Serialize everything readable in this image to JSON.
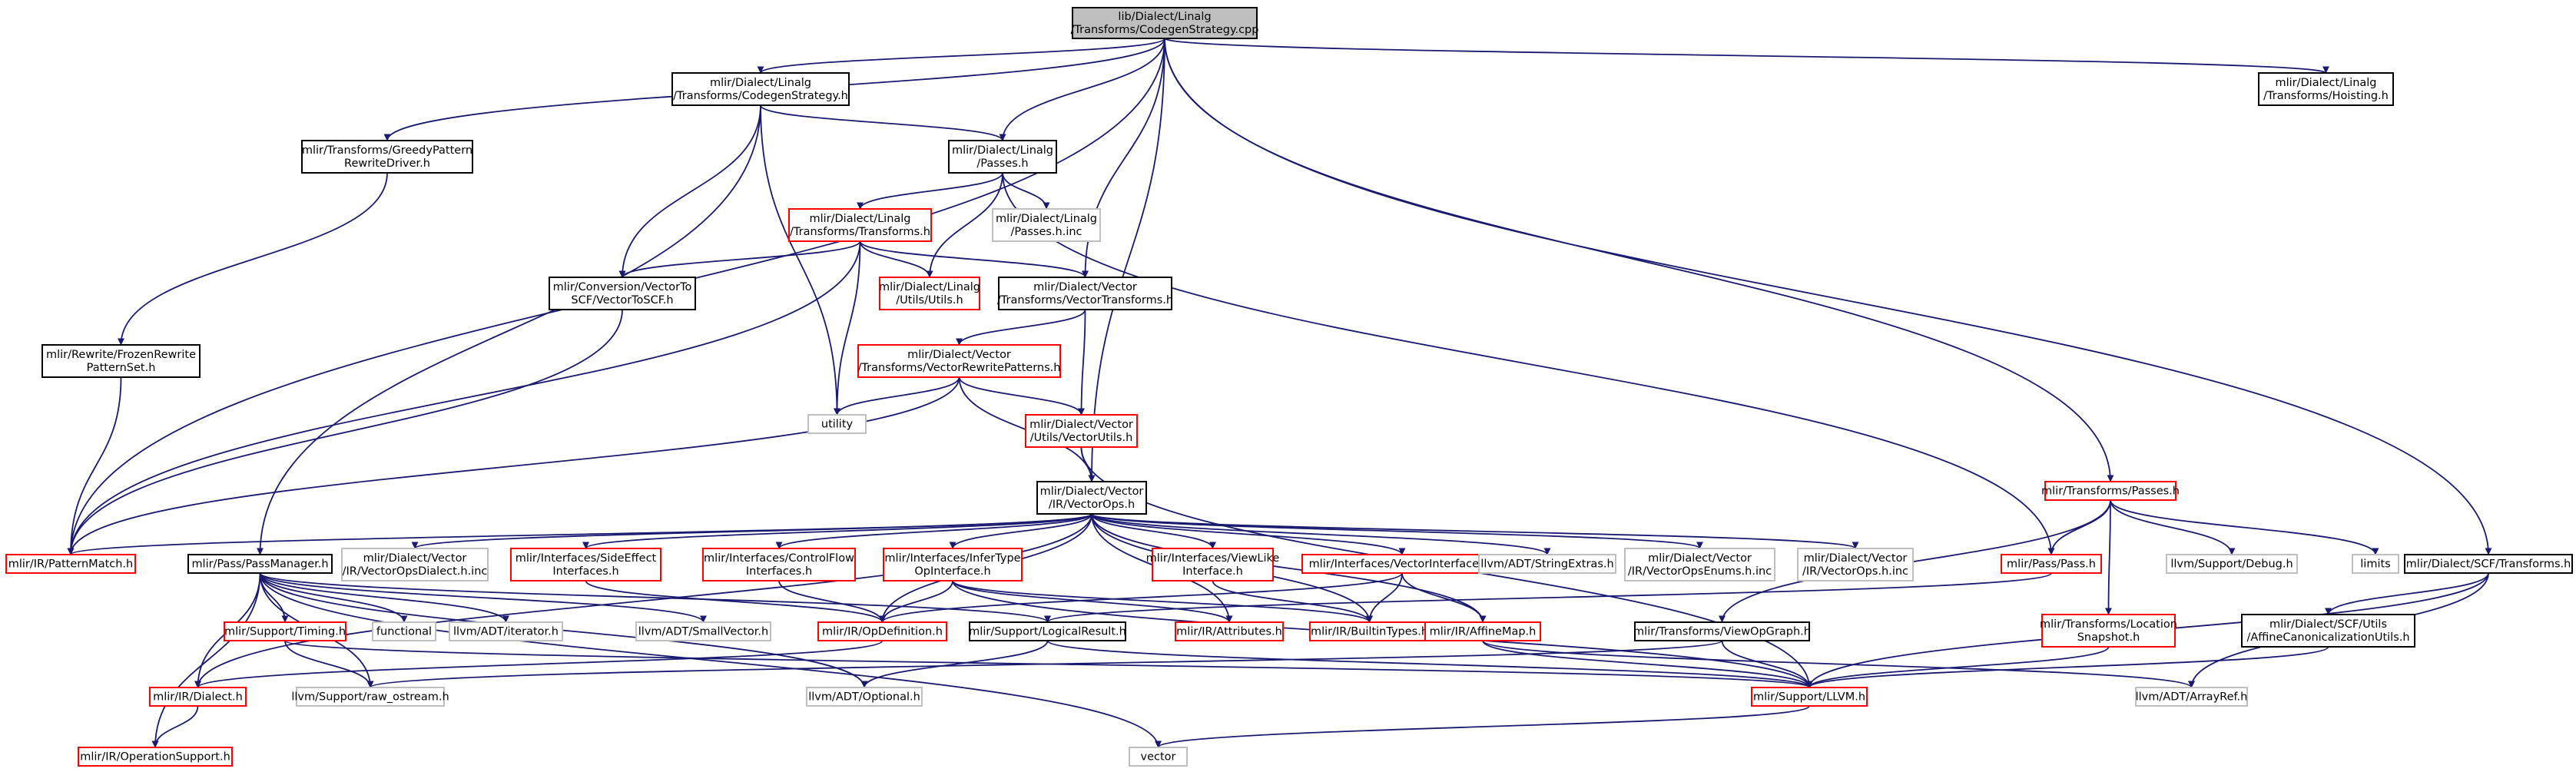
{
  "colors": {
    "normal_border": "#000000",
    "missing_border": "#ff0000",
    "external_border": "#bfbfbf",
    "root_fill": "#bfbfbf",
    "edge": "#191970"
  },
  "nodes": [
    {
      "id": "root",
      "lines": [
        "lib/Dialect/Linalg",
        "/Transforms/CodegenStrategy.cpp"
      ],
      "style": "root"
    },
    {
      "id": "cs_h",
      "lines": [
        "mlir/Dialect/Linalg",
        "/Transforms/CodegenStrategy.h"
      ],
      "style": "normal"
    },
    {
      "id": "hoisting",
      "lines": [
        "mlir/Dialect/Linalg",
        "/Transforms/Hoisting.h"
      ],
      "style": "normal"
    },
    {
      "id": "greedy",
      "lines": [
        "mlir/Transforms/GreedyPattern",
        "RewriteDriver.h"
      ],
      "style": "normal"
    },
    {
      "id": "linalg_passes",
      "lines": [
        "mlir/Dialect/Linalg",
        "/Passes.h"
      ],
      "style": "normal"
    },
    {
      "id": "linalg_transforms",
      "lines": [
        "mlir/Dialect/Linalg",
        "/Transforms/Transforms.h"
      ],
      "style": "missing"
    },
    {
      "id": "passes_inc",
      "lines": [
        "mlir/Dialect/Linalg",
        "/Passes.h.inc"
      ],
      "style": "external"
    },
    {
      "id": "vec_to_scf",
      "lines": [
        "mlir/Conversion/VectorTo",
        "SCF/VectorToSCF.h"
      ],
      "style": "normal"
    },
    {
      "id": "linalg_utils",
      "lines": [
        "mlir/Dialect/Linalg",
        "/Utils/Utils.h"
      ],
      "style": "missing"
    },
    {
      "id": "vec_transforms",
      "lines": [
        "mlir/Dialect/Vector",
        "/Transforms/VectorTransforms.h"
      ],
      "style": "normal"
    },
    {
      "id": "frozen",
      "lines": [
        "mlir/Rewrite/FrozenRewrite",
        "PatternSet.h"
      ],
      "style": "normal"
    },
    {
      "id": "vec_rewrite",
      "lines": [
        "mlir/Dialect/Vector",
        "/Transforms/VectorRewritePatterns.h"
      ],
      "style": "missing"
    },
    {
      "id": "utility",
      "lines": [
        "utility"
      ],
      "style": "external"
    },
    {
      "id": "vec_utils",
      "lines": [
        "mlir/Dialect/Vector",
        "/Utils/VectorUtils.h"
      ],
      "style": "missing"
    },
    {
      "id": "vec_ops",
      "lines": [
        "mlir/Dialect/Vector",
        "/IR/VectorOps.h"
      ],
      "style": "normal"
    },
    {
      "id": "transforms_passes",
      "lines": [
        "mlir/Transforms/Passes.h"
      ],
      "style": "missing"
    },
    {
      "id": "pattern_match",
      "lines": [
        "mlir/IR/PatternMatch.h"
      ],
      "style": "missing"
    },
    {
      "id": "pass_manager",
      "lines": [
        "mlir/Pass/PassManager.h"
      ],
      "style": "normal"
    },
    {
      "id": "vec_ops_dialect",
      "lines": [
        "mlir/Dialect/Vector",
        "/IR/VectorOpsDialect.h.inc"
      ],
      "style": "external"
    },
    {
      "id": "side_effect",
      "lines": [
        "mlir/Interfaces/SideEffect",
        "Interfaces.h"
      ],
      "style": "missing"
    },
    {
      "id": "control_flow",
      "lines": [
        "mlir/Interfaces/ControlFlow",
        "Interfaces.h"
      ],
      "style": "missing"
    },
    {
      "id": "infer_type",
      "lines": [
        "mlir/Interfaces/InferType",
        "OpInterface.h"
      ],
      "style": "missing"
    },
    {
      "id": "view_like",
      "lines": [
        "mlir/Interfaces/ViewLike",
        "Interface.h"
      ],
      "style": "missing"
    },
    {
      "id": "vector_interfaces",
      "lines": [
        "mlir/Interfaces/VectorInterfaces.h"
      ],
      "style": "missing"
    },
    {
      "id": "string_extras",
      "lines": [
        "llvm/ADT/StringExtras.h"
      ],
      "style": "external"
    },
    {
      "id": "vec_ops_enums",
      "lines": [
        "mlir/Dialect/Vector",
        "/IR/VectorOpsEnums.h.inc"
      ],
      "style": "external"
    },
    {
      "id": "vec_ops_inc",
      "lines": [
        "mlir/Dialect/Vector",
        "/IR/VectorOps.h.inc"
      ],
      "style": "external"
    },
    {
      "id": "pass_h",
      "lines": [
        "mlir/Pass/Pass.h"
      ],
      "style": "missing"
    },
    {
      "id": "support_debug",
      "lines": [
        "llvm/Support/Debug.h"
      ],
      "style": "external"
    },
    {
      "id": "limits",
      "lines": [
        "limits"
      ],
      "style": "external"
    },
    {
      "id": "scf_transforms",
      "lines": [
        "mlir/Dialect/SCF/Transforms.h"
      ],
      "style": "normal"
    },
    {
      "id": "timing",
      "lines": [
        "mlir/Support/Timing.h"
      ],
      "style": "missing"
    },
    {
      "id": "functional",
      "lines": [
        "functional"
      ],
      "style": "external"
    },
    {
      "id": "iterator",
      "lines": [
        "llvm/ADT/iterator.h"
      ],
      "style": "external"
    },
    {
      "id": "small_vector",
      "lines": [
        "llvm/ADT/SmallVector.h"
      ],
      "style": "external"
    },
    {
      "id": "op_definition",
      "lines": [
        "mlir/IR/OpDefinition.h"
      ],
      "style": "missing"
    },
    {
      "id": "logical_result",
      "lines": [
        "mlir/Support/LogicalResult.h"
      ],
      "style": "normal"
    },
    {
      "id": "attributes",
      "lines": [
        "mlir/IR/Attributes.h"
      ],
      "style": "missing"
    },
    {
      "id": "builtin_types",
      "lines": [
        "mlir/IR/BuiltinTypes.h"
      ],
      "style": "missing"
    },
    {
      "id": "affine_map",
      "lines": [
        "mlir/IR/AffineMap.h"
      ],
      "style": "missing"
    },
    {
      "id": "view_op_graph",
      "lines": [
        "mlir/Transforms/ViewOpGraph.h"
      ],
      "style": "normal"
    },
    {
      "id": "location_snapshot",
      "lines": [
        "mlir/Transforms/Location",
        "Snapshot.h"
      ],
      "style": "missing"
    },
    {
      "id": "affine_canon",
      "lines": [
        "mlir/Dialect/SCF/Utils",
        "/AffineCanonicalizationUtils.h"
      ],
      "style": "normal"
    },
    {
      "id": "ir_dialect",
      "lines": [
        "mlir/IR/Dialect.h"
      ],
      "style": "missing"
    },
    {
      "id": "raw_ostream",
      "lines": [
        "llvm/Support/raw_ostream.h"
      ],
      "style": "external"
    },
    {
      "id": "optional",
      "lines": [
        "llvm/ADT/Optional.h"
      ],
      "style": "external"
    },
    {
      "id": "support_llvm",
      "lines": [
        "mlir/Support/LLVM.h"
      ],
      "style": "missing"
    },
    {
      "id": "array_ref",
      "lines": [
        "llvm/ADT/ArrayRef.h"
      ],
      "style": "external"
    },
    {
      "id": "operation_support",
      "lines": [
        "mlir/IR/OperationSupport.h"
      ],
      "style": "missing"
    },
    {
      "id": "vector",
      "lines": [
        "vector"
      ],
      "style": "external"
    }
  ]
}
